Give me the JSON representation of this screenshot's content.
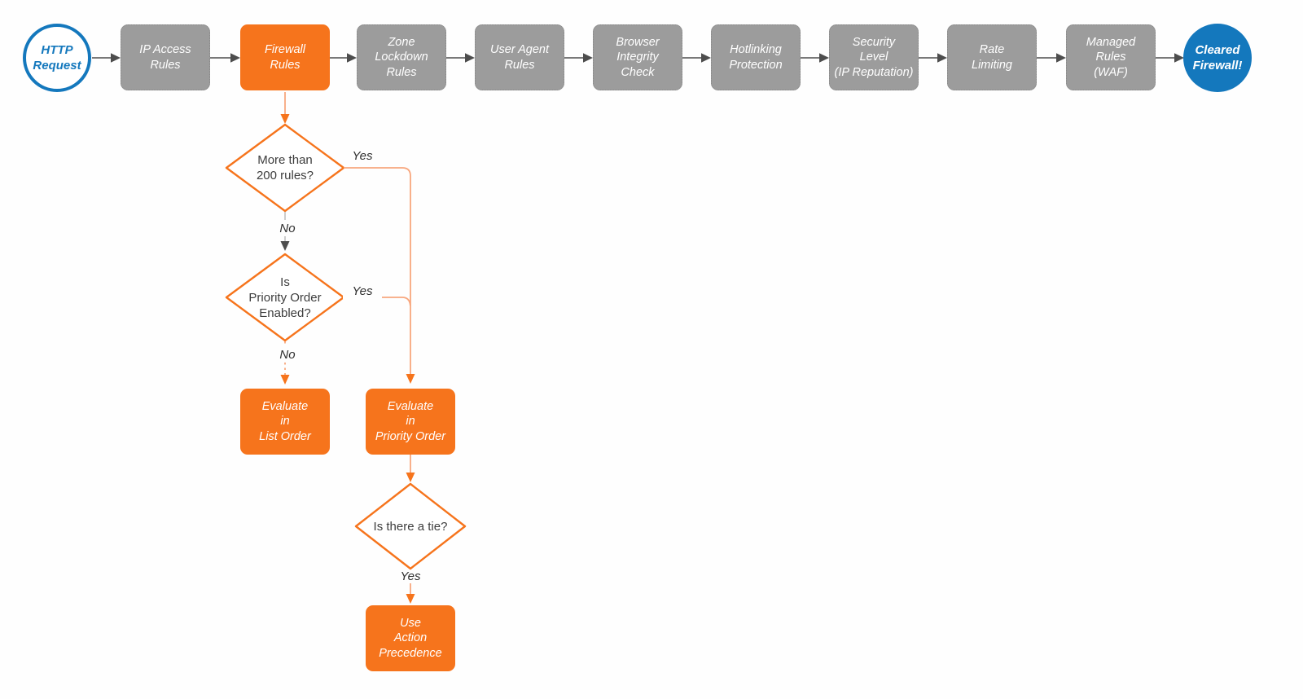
{
  "colors": {
    "orange": "#F6741C",
    "gray": "#9C9C9C",
    "blue": "#1478BD",
    "edge_light": "#F8A77E",
    "edge_gray": "#BFBFBF",
    "edge_dark": "#4D4D4D",
    "ink": "#3D3D3D"
  },
  "flow": {
    "start": {
      "label": "HTTP\nRequest"
    },
    "steps": [
      {
        "label": "IP Access\nRules",
        "highlighted": false
      },
      {
        "label": "Firewall\nRules",
        "highlighted": true
      },
      {
        "label": "Zone\nLockdown\nRules",
        "highlighted": false
      },
      {
        "label": "User Agent\nRules",
        "highlighted": false
      },
      {
        "label": "Browser\nIntegrity\nCheck",
        "highlighted": false
      },
      {
        "label": "Hotlinking\nProtection",
        "highlighted": false
      },
      {
        "label": "Security\nLevel\n(IP Reputation)",
        "highlighted": false
      },
      {
        "label": "Rate\nLimiting",
        "highlighted": false
      },
      {
        "label": "Managed\nRules\n(WAF)",
        "highlighted": false
      }
    ],
    "end": {
      "label": "Cleared\nFirewall!"
    }
  },
  "decisions": [
    {
      "question": "More than\n200 rules?",
      "yes_label": "Yes",
      "no_label": "No"
    },
    {
      "question": "Is\nPriority Order\nEnabled?",
      "yes_label": "Yes",
      "no_label": "No"
    },
    {
      "question": "Is there a tie?",
      "yes_label": "Yes"
    }
  ],
  "actions": [
    {
      "label": "Evaluate\nin\nList Order"
    },
    {
      "label": "Evaluate\nin\nPriority Order"
    },
    {
      "label": "Use\nAction\nPrecedence"
    }
  ]
}
